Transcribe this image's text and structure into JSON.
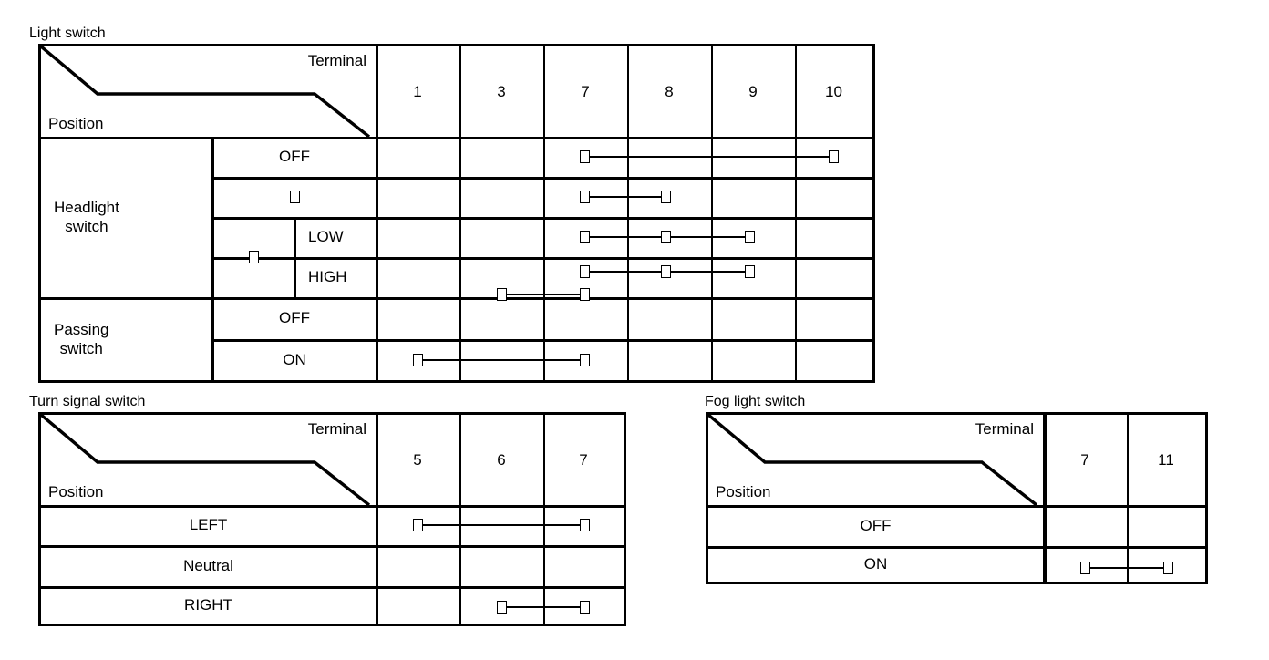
{
  "tables": [
    {
      "id": "light-switch",
      "caption": "Light switch",
      "corner": {
        "terminal_label": "Terminal",
        "position_label": "Position"
      },
      "columns": [
        "1",
        "3",
        "7",
        "8",
        "9",
        "10"
      ],
      "groups": [
        {
          "name": "Headlight switch",
          "rows": [
            {
              "label": "OFF",
              "sub": null,
              "links": [
                [
                  "7",
                  "10"
                ]
              ]
            },
            {
              "label": "lamp-symbol",
              "sub": null,
              "links": [
                [
                  "7",
                  "8"
                ]
              ]
            },
            {
              "label": "lamp-symbol",
              "sub": "LOW",
              "links": [
                [
                  "7",
                  "8",
                  "9"
                ]
              ]
            },
            {
              "label": "lamp-symbol",
              "sub": "HIGH",
              "links": [
                [
                  "7",
                  "8",
                  "9"
                ],
                [
                  "3",
                  "7"
                ]
              ]
            }
          ]
        },
        {
          "name": "Passing switch",
          "rows": [
            {
              "label": "OFF",
              "sub": null,
              "links": []
            },
            {
              "label": "ON",
              "sub": null,
              "links": [
                [
                  "1",
                  "7"
                ]
              ]
            }
          ]
        }
      ]
    },
    {
      "id": "turn-signal-switch",
      "caption": "Turn signal switch",
      "corner": {
        "terminal_label": "Terminal",
        "position_label": "Position"
      },
      "columns": [
        "5",
        "6",
        "7"
      ],
      "groups": [
        {
          "name": "",
          "rows": [
            {
              "label": "LEFT",
              "sub": null,
              "links": [
                [
                  "5",
                  "7"
                ]
              ]
            },
            {
              "label": "Neutral",
              "sub": null,
              "links": []
            },
            {
              "label": "RIGHT",
              "sub": null,
              "links": [
                [
                  "6",
                  "7"
                ]
              ]
            }
          ]
        }
      ]
    },
    {
      "id": "fog-light-switch",
      "caption": "Fog light switch",
      "corner": {
        "terminal_label": "Terminal",
        "position_label": "Position"
      },
      "columns": [
        "7",
        "11"
      ],
      "groups": [
        {
          "name": "",
          "rows": [
            {
              "label": "OFF",
              "sub": null,
              "links": []
            },
            {
              "label": "ON",
              "sub": null,
              "links": [
                [
                  "7",
                  "11"
                ]
              ]
            }
          ]
        }
      ]
    }
  ],
  "symbols": {
    "lamp": "lamp-symbol"
  },
  "colors": {
    "line": "#000000",
    "background": "#ffffff"
  }
}
